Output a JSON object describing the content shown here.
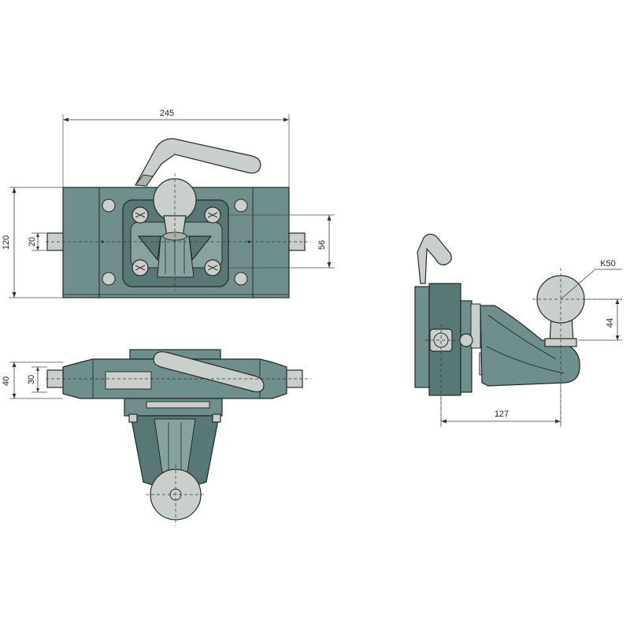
{
  "dimensions": {
    "overall_width": "245",
    "overall_height": "120",
    "pin_offset": "20",
    "bolt_span": "56",
    "side_height_outer": "40",
    "side_height_inner": "30",
    "ball_size": "K50",
    "ball_height": "44",
    "ball_projection": "127"
  },
  "colors": {
    "body": "#6f8f8c",
    "steel": "#c9cfcb",
    "outline": "#1f2a2a"
  }
}
